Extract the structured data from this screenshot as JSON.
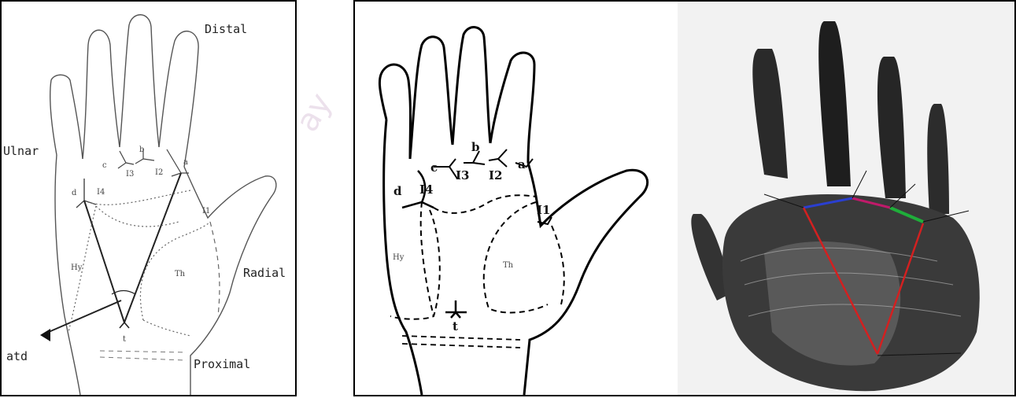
{
  "left_diagram": {
    "labels": {
      "distal": "Distal",
      "ulnar": "Ulnar",
      "radial": "Radial",
      "proximal": "Proximal",
      "atd": "atd",
      "a": "a",
      "b": "b",
      "c": "c",
      "d": "d",
      "t": "t",
      "i1": "I1",
      "i2": "I2",
      "i3": "I3",
      "i4": "I4",
      "hy": "Hy",
      "th": "Th"
    }
  },
  "middle_diagram": {
    "labels": {
      "a": "a",
      "b": "b",
      "c": "c",
      "d": "d",
      "t": "t",
      "i1": "I1",
      "i2": "I2",
      "i3": "I3",
      "i4": "I4",
      "hy": "Hy",
      "th": "Th"
    }
  },
  "right_print": {
    "description_colors": {
      "triangle": "#d32020",
      "ab_line": "#2a3fd0",
      "bc_line": "#c01a6a",
      "cd_line": "#1fae3a"
    }
  },
  "watermark": "ay"
}
